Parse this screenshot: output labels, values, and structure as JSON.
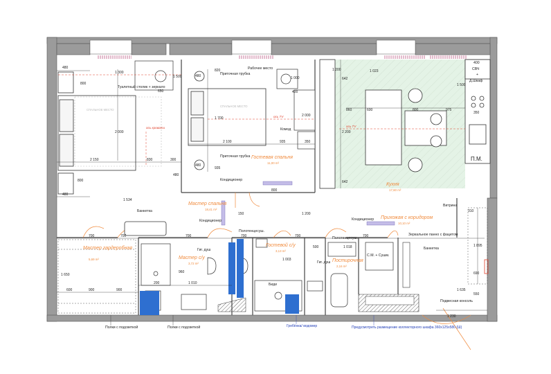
{
  "rooms": {
    "master_bedroom": {
      "name": "Мастер спальня",
      "area": "18,41 m²"
    },
    "guest_bedroom": {
      "name": "Гостевая спальня",
      "area": "11,00 m²"
    },
    "kitchen": {
      "name": "Кухня",
      "area": "17,60 m²"
    },
    "hallway": {
      "name": "Прихожая с коридором",
      "area": "10,10 m²"
    },
    "master_wardrobe": {
      "name": "Мастер гардеробная",
      "area": "5,69 m²"
    },
    "master_bath": {
      "name": "Мастер с/у",
      "area": "3,72 m²"
    },
    "guest_bath": {
      "name": "Гостевой с/у",
      "area": "3,13 m²"
    },
    "laundry": {
      "name": "Постирочная",
      "area": "2,16 m²"
    }
  },
  "labels": {
    "vanity_mirror": "Туалетный столик + зеркало",
    "desk": "Рабочее место",
    "supply_vent_1": "Приточная трубка",
    "supply_vent_2": "Приточная трубка",
    "dresser": "Комод",
    "ac_1": "Кондиционер",
    "ac_2": "Кондиционер",
    "ac_3": "Кондиционер",
    "bench_1": "Банкетка",
    "bench_2": "Банкетка",
    "towel_1": "Полотенцесуш.",
    "towel_2": "Полотенцесуш.",
    "showcase": "Витрина",
    "mirror_panel": "Зеркальное панно с фацетом",
    "hygiene_shower_1": "Гиг. душ",
    "hygiene_shower_2": "Гиг. душ",
    "bidet": "Биде",
    "washer": "С.М. + Сушм.",
    "console": "Подвесная консоль",
    "shelves_1": "Полки с подсветкой",
    "shelves_2": "Полки с подсветкой",
    "riser": "Гребёнка/ водомер",
    "cabinet_note": "Предусмотреть размещение коллекторного шкафа 360х125х580 (Ш)",
    "oven_note": "Д.Шкаф",
    "microwave": "СВЧ",
    "tv_1": "ось TV",
    "tv_2": "ось TV",
    "bed_axis": "ось кровати",
    "pm": "П.М.",
    "ghost_1": "СПАЛЬНОЕ МЕСТО",
    "ghost_2": "СПАЛЬНОЕ МЕСТО",
    "num_400": "400",
    "plus": "+"
  },
  "dims": {
    "d480a": "480",
    "d800a": "800",
    "d650": "650",
    "d1300a": "1 300",
    "d1500a": "1 500",
    "d2000a": "2 000",
    "d2150": "2 150",
    "d830": "830",
    "d300a": "300",
    "d480b": "480",
    "d800b": "800",
    "d480c": "480",
    "d480d": "480",
    "d820": "820",
    "d1700": "1 700",
    "d2100": "2 100",
    "d935": "935",
    "d350a": "350",
    "d1000": "1 000",
    "d2000b": "2 000",
    "d400": "400",
    "d480e": "480",
    "d935b": "935",
    "d1200": "1 200",
    "d1023": "1 023",
    "d860": "860",
    "d2200": "2 200",
    "d642a": "642",
    "d642b": "642",
    "d600": "600",
    "d800c": "800",
    "d975": "975",
    "d1500b": "1 500",
    "d350b": "350",
    "d1534": "1 534",
    "d700a": "700",
    "d700b": "700",
    "d700c": "700",
    "d700d": "700",
    "d700e": "700",
    "d700f": "700",
    "d150": "150",
    "d1200b": "1 200",
    "d800d": "800",
    "d1018": "1 018",
    "d1003": "1 003",
    "d500": "500",
    "d960": "960",
    "d1010": "1 010",
    "d200": "200",
    "d600b": "600",
    "d900a": "900",
    "d900b": "900",
    "d1650": "1 650",
    "d1230": "1 230",
    "d310": "310",
    "d1895": "1 895",
    "d690": "690",
    "d1635": "1 635",
    "d550": "550"
  },
  "colors": {
    "wall": "#9b9b9b",
    "orange": "#f08a3c",
    "red": "#e0402a",
    "blue_tile": "#2e6fd0",
    "lavender": "#9a8fd8",
    "kitchen_zone": "#dff1e3",
    "text_blue": "#2440b8"
  }
}
